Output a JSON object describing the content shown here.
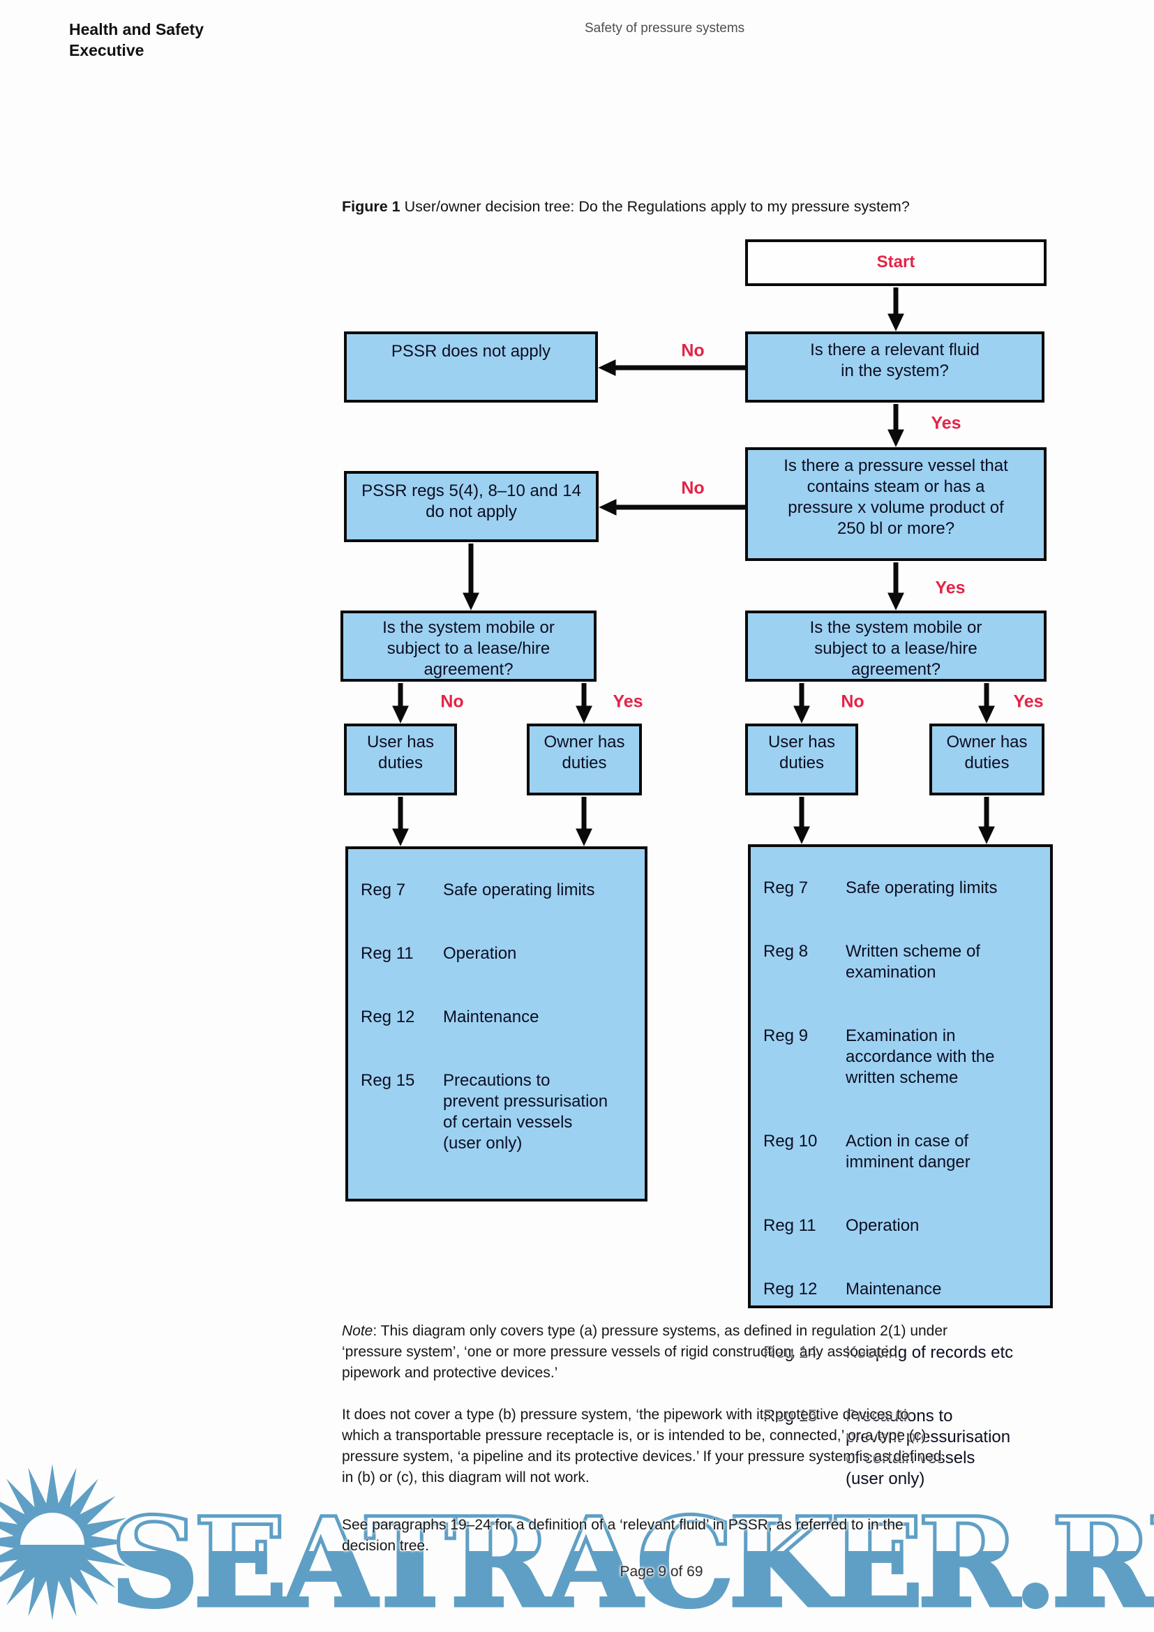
{
  "page": {
    "header_left": "Health and Safety\nExecutive",
    "header_right": "Safety of pressure systems",
    "figure_label": "Figure 1",
    "figure_caption": " User/owner decision tree: Do the Regulations apply to my pressure system?",
    "footer": "Page 9 of 69"
  },
  "labels": {
    "yes": "Yes",
    "no": "No"
  },
  "colors": {
    "box_fill_blue": "#9dd1f1",
    "accent_red": "#e42347",
    "watermark_blue": "#5f9fc5"
  },
  "flowchart": {
    "start": "Start",
    "q_relevant_fluid": "Is there a relevant fluid\nin the system?",
    "pssr_not_apply": "PSSR does not apply",
    "q_pressure_vessel": "Is there a pressure vessel that\ncontains steam or has a\npressure x volume product of\n250 bl or more?",
    "pssr_regs_not_apply": "PSSR regs 5(4), 8–10 and 14\ndo not apply",
    "q_mobile": "Is the system mobile or\nsubject to a lease/hire\nagreement?",
    "user_duties": "User has\nduties",
    "owner_duties": "Owner has\nduties",
    "reg_left": {
      "rows": [
        {
          "reg": "Reg 7",
          "desc": "Safe operating limits"
        },
        {
          "reg": "Reg 11",
          "desc": "Operation"
        },
        {
          "reg": "Reg 12",
          "desc": "Maintenance"
        },
        {
          "reg": "Reg 15",
          "desc": "Precautions to\nprevent pressurisation\nof certain vessels\n(user only)"
        }
      ]
    },
    "reg_right": {
      "rows": [
        {
          "reg": "Reg 7",
          "desc": "Safe operating limits"
        },
        {
          "reg": "Reg 8",
          "desc": "Written scheme of\nexamination"
        },
        {
          "reg": "Reg 9",
          "desc": "Examination in\naccordance with the\nwritten scheme"
        },
        {
          "reg": "Reg 10",
          "desc": "Action in case of\nimminent danger"
        },
        {
          "reg": "Reg 11",
          "desc": "Operation"
        },
        {
          "reg": "Reg 12",
          "desc": "Maintenance"
        },
        {
          "reg": "Reg 14",
          "desc": "Keeping of records etc"
        },
        {
          "reg": "Reg 15",
          "desc": "Precautions to\nprevent pressurisation\nof certain vessels\n(user only)"
        }
      ]
    }
  },
  "notes": {
    "note_label": "Note",
    "note_rest": ": This diagram only covers type (a) pressure systems, as defined in regulation 2(1) under\n‘pressure system’, ‘one or more pressure vessels of rigid construction, any associated\npipework and protective devices.’",
    "para2": "It does not cover a type (b) pressure system, ‘the pipework with its protective devices to\nwhich a transportable pressure receptacle is, or is intended to be, connected,’ or a type (c)\npressure system, ‘a pipeline and its protective devices.’ If your pressure system is as defined\nin (b) or (c), this diagram will not work.",
    "para3": "See paragraphs 19–24 for a definition of a ‘relevant fluid’ in PSSR, as referred to in the\ndecision tree."
  },
  "watermark": {
    "text": "SEATRACKER.RU"
  }
}
